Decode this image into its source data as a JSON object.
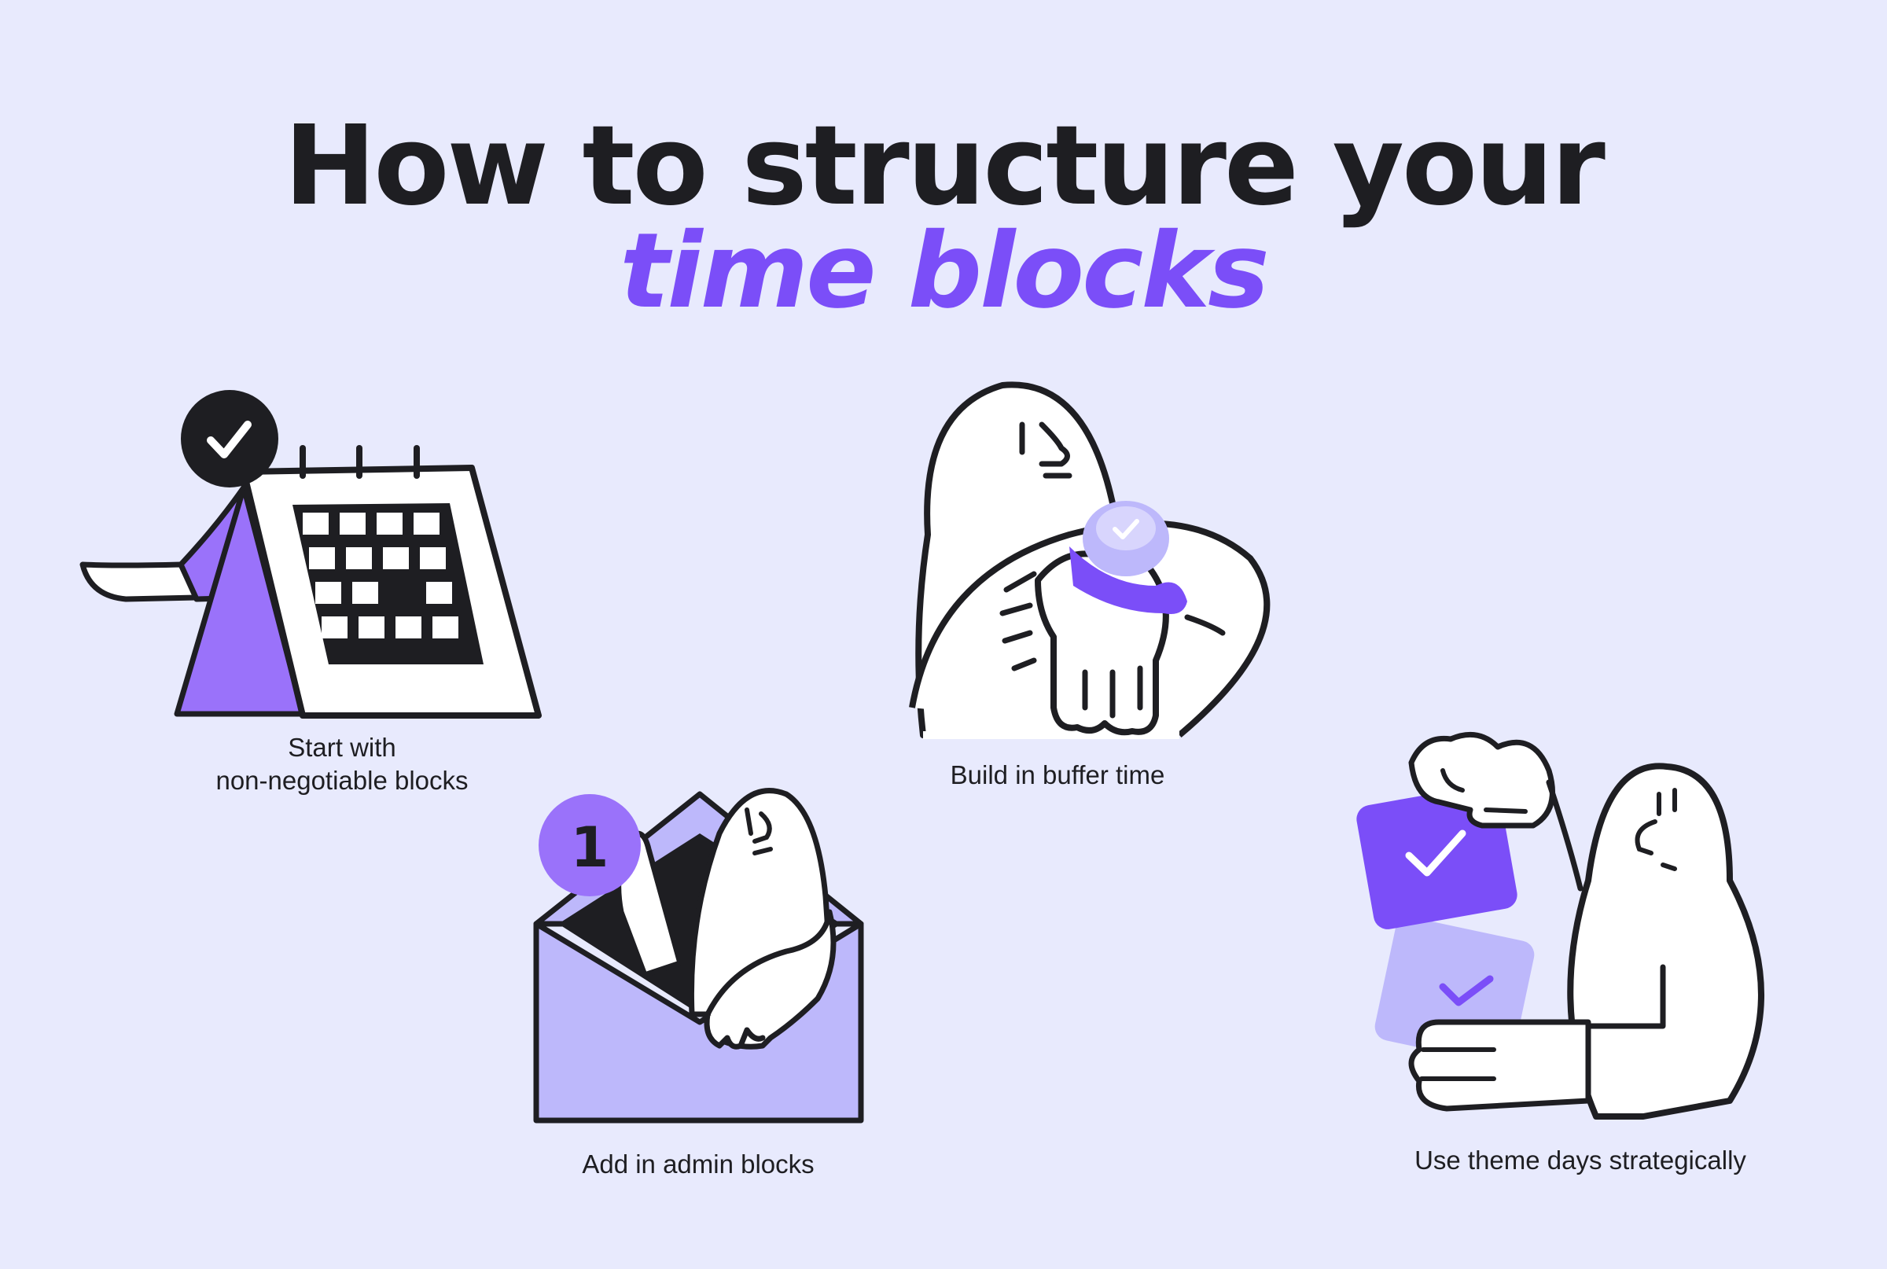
{
  "title": {
    "line1": "How to structure your",
    "line2": "time blocks"
  },
  "steps": [
    {
      "label_line1": "Start with",
      "label_line2": "non-negotiable blocks",
      "icon": "calendar-check-icon"
    },
    {
      "label": "Build in buffer time",
      "icon": "wristwatch-check-icon"
    },
    {
      "label": "Add in admin blocks",
      "icon": "envelope-notification-icon",
      "badge": "1"
    },
    {
      "label": "Use theme days strategically",
      "icon": "theme-cards-icon"
    }
  ],
  "colors": {
    "background": "#e8eafd",
    "ink": "#1e1e22",
    "accent": "#7b4ef8",
    "accent_light": "#bdb8fb",
    "accent_mid": "#9a72fa"
  }
}
